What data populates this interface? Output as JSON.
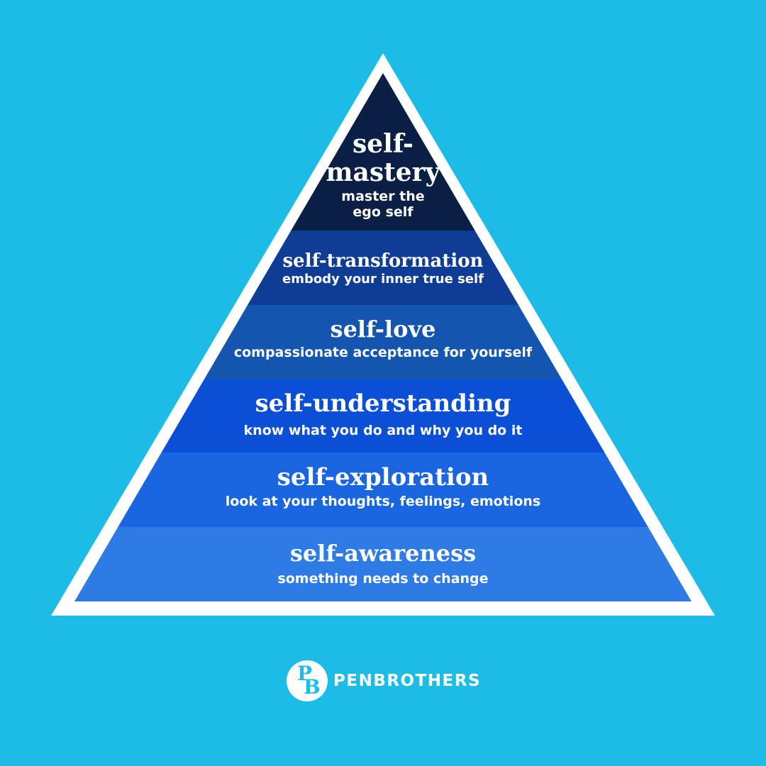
{
  "pyramid": {
    "levels": [
      {
        "title_lines": [
          "self-",
          "mastery"
        ],
        "subtitle_lines": [
          "master the",
          "ego self"
        ],
        "color": "#0a1f44"
      },
      {
        "title_lines": [
          "self-transformation"
        ],
        "subtitle_lines": [
          "embody your inner true self"
        ],
        "color": "#0f3d96"
      },
      {
        "title_lines": [
          "self-love"
        ],
        "subtitle_lines": [
          "compassionate acceptance for yourself"
        ],
        "color": "#1455b0"
      },
      {
        "title_lines": [
          "self-understanding"
        ],
        "subtitle_lines": [
          "know what you do and why you do it"
        ],
        "color": "#0a4fd6"
      },
      {
        "title_lines": [
          "self-exploration"
        ],
        "subtitle_lines": [
          "look at your thoughts, feelings, emotions"
        ],
        "color": "#1a66e0"
      },
      {
        "title_lines": [
          "self-awareness"
        ],
        "subtitle_lines": [
          "something needs to change"
        ],
        "color": "#2e7be6"
      }
    ],
    "border_color": "#ffffff",
    "background_color": "#1cbce6"
  },
  "brand": {
    "logo_letters": [
      "P",
      "B"
    ],
    "name": "PENBROTHERS"
  }
}
